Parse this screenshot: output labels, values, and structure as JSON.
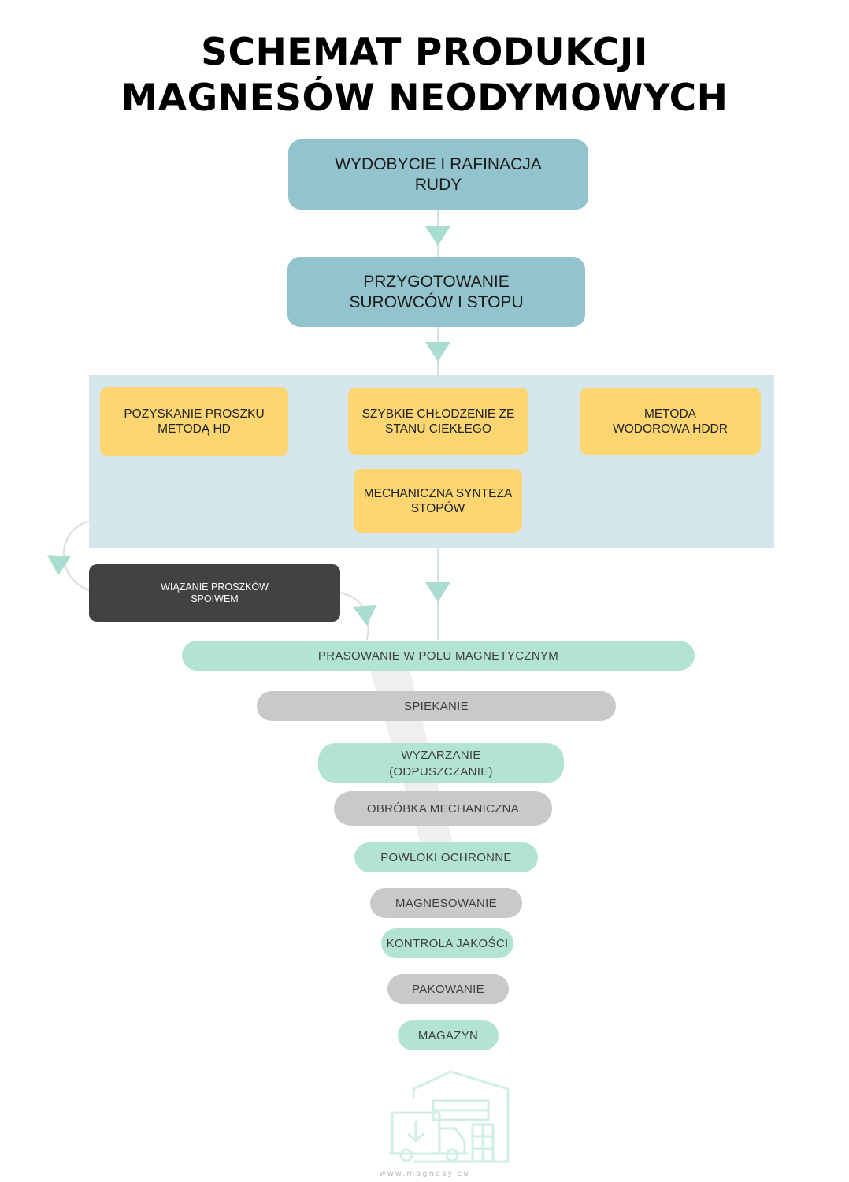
{
  "title": {
    "line1": "SCHEMAT PRODUKCJI",
    "line2": "MAGNESÓW NEODYMOWYCH"
  },
  "steps": {
    "mining": {
      "line1": "WYDOBYCIE I RAFINACJA",
      "line2": "RUDY"
    },
    "preparation": {
      "line1": "PRZYGOTOWANIE",
      "line2": "SUROWCÓW I STOPU"
    }
  },
  "powder_methods": {
    "hd": {
      "line1": "POZYSKANIE PROSZKU",
      "line2": "METODĄ HD"
    },
    "rapid_cooling": {
      "line1": "SZYBKIE CHŁODZENIE ZE",
      "line2": "STANU CIEKŁEGO"
    },
    "hddr": {
      "line1": "METODA",
      "line2": "WODOROWA HDDR"
    },
    "mechanical": {
      "line1": "MECHANICZNA SYNTEZA",
      "line2": "STOPÓW"
    }
  },
  "binding": {
    "line1": "WIĄZANIE PROSZKÓW",
    "line2": "SPOIWEM"
  },
  "process": {
    "pressing": "PRASOWANIE W POLU MAGNETYCZNYM",
    "sintering": "SPIEKANIE",
    "annealing_line1": "WYŻARZANIE",
    "annealing_line2": "(ODPUSZCZANIE)",
    "machining": "OBRÓBKA MECHANICZNA",
    "coatings": "POWŁOKI OCHRONNE",
    "magnetizing": "MAGNESOWANIE",
    "quality": "KONTROLA JAKOŚCI",
    "packing": "PAKOWANIE",
    "warehouse": "MAGAZYN"
  },
  "footer": "www.magnesy.eu",
  "colors": {
    "blue_box": "#93c4cd",
    "panel": "#d5e7ec",
    "yellow_box": "#fdd672",
    "dark_box": "#424242",
    "mint_pill": "#b3e3d5",
    "grey_pill": "#c9c9c9",
    "arrow": "#a8ddd0",
    "connector": "#cfe3df"
  },
  "icons": [
    "warehouse-truck-icon"
  ]
}
